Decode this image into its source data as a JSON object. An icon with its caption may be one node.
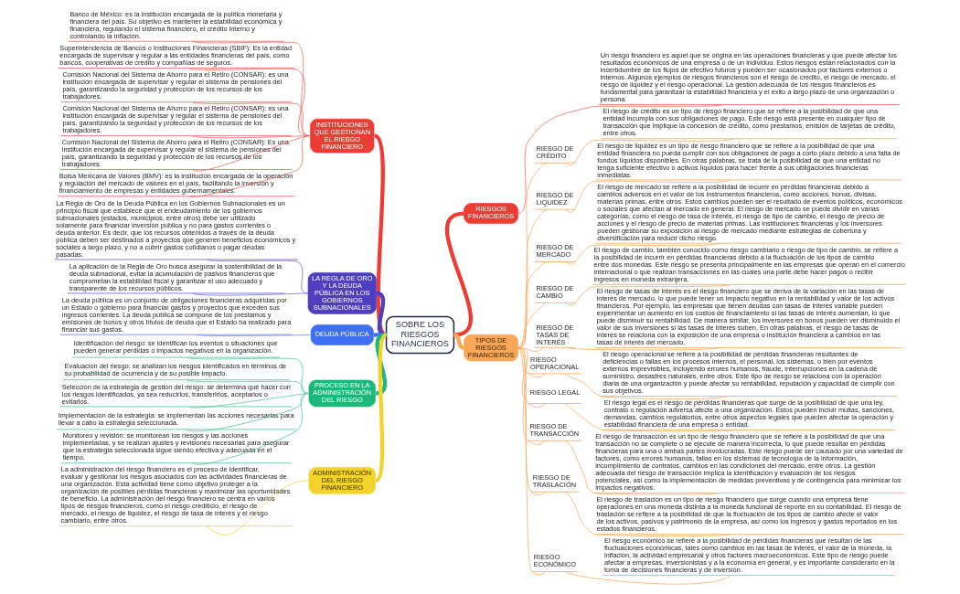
{
  "diagram": {
    "nodes": [
      {
        "text": [
          "SOBRE LOS RIESGOS FINANCIEROS"
        ]
      },
      {
        "text": [
          "INSTITUCIONES QUE GESTIONAN EL RIESGO FINANCIERO"
        ]
      },
      {
        "text": [
          "Banco de México: es la institución encargada de la política monetaria y financiera del país. Su objetivo es mantener la estabilidad económica y financiera, regulando el sistema financiero, el crédito interno y controlando la inflación."
        ]
      },
      {
        "text": [
          "Superintendencia de Bancos o Instituciones Financieras (SBIF): Es la entidad encargada de supervisar y regular a las entidades financieras del país, como bancos, cooperativas de crédito y compañías de seguros."
        ]
      },
      {
        "text": [
          "Comisión Nacional del Sistema de Ahorro para el Retiro (CONSAR): es una institución encargada de supervisar y regular el sistema de pensiones del país, garantizando la seguridad y protección de los recursos de los trabajadores."
        ]
      },
      {
        "text": [
          "Comisión Nacional del Sistema de Ahorro para el Retiro (CONSAR): es una institución encargada de supervisar y regular el sistema de pensiones del país, garantizando la seguridad y protección de los recursos de los trabajadores."
        ]
      },
      {
        "text": [
          "Comisión Nacional del Sistema de Ahorro para el Retiro (CONSAR): Es una institución encargada de supervisar y regular el sistema de pensiones del país, garantizando la seguridad y protección de los recursos de los trabajadores."
        ]
      },
      {
        "text": [
          "Bolsa Mexicana de Valores (BMV): es la institución encargada de la operación y regulación del mercado de valores en el país, facilitando la inversión y financiamiento de empresas y entidades gubernamentales."
        ]
      },
      {
        "text": [
          "LA REGLA DE ORO Y LA DEUDA PÚBLICA EN LOS GOBIERNOS SUBNACIONALES"
        ]
      },
      {
        "text": [
          "La Regla de Oro de la Deuda Pública en los Gobiernos Subnacionales es un principio fiscal que establece que el endeudamiento de los gobiernos subnacionales (estados, municipios, entre otros) debe ser utilizado solamente para financiar inversión pública y no para gastos corrientes o deuda anterior. Es decir, que los recursos obtenidos a través de la deuda pública deben ser destinados a proyectos que generen beneficios económicos y sociales a largo plazo, y no a cubrir gastos cotidianos o pagar deudas pasadas."
        ]
      },
      {
        "text": [
          "La aplicación de la Regla de Oro busca asegurar la sostenibilidad de la deuda subnacional, evitar la acumulación de pasivos financieros que comprometan la estabilidad fiscal y garantizar el uso adecuado y transparente de los recursos públicos."
        ]
      },
      {
        "text": [
          "DEUDA PÚBLICA"
        ]
      },
      {
        "text": [
          "La deuda pública es un conjunto de obligaciones financieras adquiridas por un Estado o gobierno para financiar gastos y proyectos que exceden sus ingresos corrientes. La deuda pública se compone de los préstamos y emisiones de bonos y otros títulos de deuda que el Estado ha realizado para financiar sus gastos."
        ]
      },
      {
        "text": [
          "PROCESO EN LA ADMINISTRACIÓN DEL RIESGO"
        ]
      },
      {
        "text": [
          "Identificación del riesgo: se identifican los eventos o situaciones que pueden generar pérdidas o impactos negativos en la organización."
        ]
      },
      {
        "text": [
          "Evaluación del riesgo: se analizan los riesgos identificados en términos de su probabilidad de ocurrencia y de su posible impacto."
        ]
      },
      {
        "text": [
          "Selección de la estrategia de gestión del riesgo: se determina qué hacer con los riesgos identificados, ya sea reducirlos, transferirlos, aceptarlos o evitarlos."
        ]
      },
      {
        "text": [
          "Implementación de la estrategia: se implementan las acciones necesarias para llevar a cabo la estrategia seleccionada."
        ]
      },
      {
        "text": [
          "Monitoreo y revisión: se monitorean los riesgos y las acciones implementadas, y se realizan ajustes y revisiones necesarias para asegurar que la estrategia seleccionada sigue siendo efectiva y adecuada en el tiempo."
        ]
      },
      {
        "text": [
          "ADMINISTRACIÓN DEL RIESGO FINANCIERO"
        ]
      },
      {
        "text": [
          "La administración del riesgo financiero es el proceso de identificar, evaluar y gestionar los riesgos asociados con las actividades financieras de una organización. Esta actividad tiene como objetivo proteger a la organización de posibles pérdidas financieras y maximizar las oportunidades de beneficio. La administración del riesgo financiero se centra en varios tipos de riesgos financieros, como el riesgo crediticio, el riesgo de mercado, el riesgo de liquidez, el riesgo de tasa de interés y el riesgo cambiario, entre otros."
        ]
      },
      {
        "text": [
          "RIESGOS FINANCIEROS"
        ]
      },
      {
        "text": [
          "Un riesgo financiero es aquel que se origina en las operaciones financieras y que puede afectar los resultados económicos de una empresa o de un individuo. Estos riesgos están relacionados con la incertidumbre de los flujos de efectivo futuros y pueden ser ocasionados por factores externos o internos. Algunos ejemplos de riesgos financieros son el riesgo de crédito, el riesgo de mercado, el riesgo de liquidez y el riesgo operacional. La gestión adecuada de los riesgos financieros es fundamental para garantizar la estabilidad financiera y el éxito a largo plazo de una organización o persona."
        ]
      },
      {
        "text": [
          "TIPOS DE RIESGOS FINANCIEROS"
        ]
      },
      {
        "text": [
          "RIESGO DE CRÉDITO"
        ]
      },
      {
        "text": [
          "El riesgo de crédito es un tipo de riesgo financiero que se refiere a la posibilidad de que una entidad incumpla con sus obligaciones de pago. Este riesgo está presente en cualquier tipo de transacción que implique la concesión de crédito, como préstamos, emisión de tarjetas de crédito, entre otros."
        ]
      },
      {
        "text": [
          "RIESGO DE LIQUIDEZ"
        ]
      },
      {
        "text": [
          "El riesgo de liquidez es un tipo de riesgo financiero que se refiere a la posibilidad de que una entidad financiera no pueda cumplir con sus obligaciones de pago a corto plazo debido a una falta de fondos líquidos disponibles. En otras palabras, se trata de la posibilidad de que una entidad no tenga suficiente efectivo o activos líquidos para hacer frente a sus obligaciones financieras inmediatas."
        ]
      },
      {
        "text": [
          "RIESGO DE MERCADO"
        ]
      },
      {
        "text": [
          "El riesgo de mercado se refiere a la posibilidad de incurrir en pérdidas financieras debido a cambios adversos en el valor de los instrumentos financieros, como acciones, bonos, divisas, materias primas, entre otros. Estos cambios pueden ser el resultado de eventos políticos, económicos o sociales que afectan al mercado en general. El riesgo de mercado se puede dividir en varias categorías, como el riesgo de tasa de interés, el riesgo de tipo de cambio, el riesgo de precio de acciones y el riesgo de precio de materias primas. Las instituciones financieras y los inversores pueden gestionar su exposición al riesgo de mercado mediante estrategias de cobertura y diversificación para reducir dicho riesgo."
        ]
      },
      {
        "text": [
          "RIESGO DE CAMBIO"
        ]
      },
      {
        "text": [
          "El riesgo de cambio, también conocido como riesgo cambiario o riesgo de tipo de cambio, se refiere a la posibilidad de incurrir en pérdidas financieras debido a la fluctuación de los tipos de cambio entre dos monedas. Este riesgo se presenta principalmente en las empresas que operan en el comercio internacional o que realizan transacciones en las cuales una parte debe hacer pagos o recibir ingresos en moneda extranjera."
        ]
      },
      {
        "text": [
          "RIESGO DE TASAS DE INTERÉS"
        ]
      },
      {
        "text": [
          "El riesgo de tasas de interés es el riesgo financiero que se deriva de la variación en las tasas de interés de mercado, lo que puede tener un impacto negativo en la rentabilidad y valor de los activos financieros. Por ejemplo, las empresas que tienen deudas con tasas de interés variable pueden experimentar un aumento en los costos de financiamiento si las tasas de interés aumentan, lo que puede disminuir su rentabilidad. De manera similar, los inversores en bonos pueden ver disminuido el valor de sus inversiones si las tasas de interés suben. En otras palabras, el riesgo de tasas de interés se relaciona con la exposición de una empresa o institución financiera a cambios en las tasas de interés del mercado."
        ]
      },
      {
        "text": [
          "RIESGO OPERACIONAL"
        ]
      },
      {
        "text": [
          "El riesgo operacional se refiere a la posibilidad de pérdidas financieras resultantes de deficiencias o fallas en los procesos internos, el personal, los sistemas, o bien por eventos externos imprevisibles, incluyendo errores humanos, fraude, interrupciones en la cadena de suministro, desastres naturales, entre otros. Este tipo de riesgo se relaciona con la operación diaria de una organización y puede afectar su rentabilidad, reputación y capacidad de cumplir con sus objetivos."
        ]
      },
      {
        "text": [
          "RIESGO LEGAL"
        ]
      },
      {
        "text": [
          "El riesgo legal es el riesgo de pérdidas financieras que surge de la posibilidad de que una ley, contrato o regulación adversa afecte a una organización. Estos pueden incluir multas, sanciones, demandas, cambios regulatorios, entre otros aspectos legales que pueden afectar la operación y estabilidad financiera de una empresa o entidad."
        ]
      },
      {
        "text": [
          "RIESGO DE TRANSACCIÓN"
        ]
      },
      {
        "text": [
          "El riesgo de transacción es un tipo de riesgo financiero que se refiere a la posibilidad de que una transacción no se complete o se ejecute de manera incorrecta, lo que puede resultar en pérdidas financieras para una o ambas partes involucradas. Este riesgo puede ser causado por una variedad de factores, como errores humanos, fallas en los sistemas de tecnología de la información, incumplimiento de contratos, cambios en las condiciones del mercado, entre otros. La gestión adecuada del riesgo de transacción implica la identificación y evaluación de los riesgos potenciales, así como la implementación de medidas preventivas y de contingencia para minimizar los impactos negativos."
        ]
      },
      {
        "text": [
          "RIESGO DE TRASLACIÓN"
        ]
      },
      {
        "text": [
          "El riesgo de traslación es un tipo de riesgo financiero que surge cuando una empresa tiene operaciones en una moneda distinta a la moneda funcional de reporte en su contabilidad. El riesgo de traslación se refiere a la posibilidad de que la fluctuación de los tipos de cambio afecte el valor de los activos, pasivos y patrimonio de la empresa, así como los ingresos y gastos reportados en los estados financieros."
        ]
      },
      {
        "text": [
          "RIESGO ECONÓMICO"
        ]
      },
      {
        "text": [
          "El riesgo económico se refiere a la posibilidad de pérdidas financieras que resultan de las fluctuaciones económicas, tales como cambios en las tasas de interés, el valor de la moneda, la inflación, la actividad empresarial y otros factores macroeconómicos. Este tipo de riesgo puede afectar a empresas, inversionistas y a la economía en general, y es importante considerarlo en la toma de decisiones financieras y de inversión."
        ]
      }
    ],
    "edges": [
      {
        "from": 1,
        "to": 0,
        "arrow": "none",
        "style": "thick",
        "color": "#ee3b33"
      },
      {
        "from": 2,
        "to": 1,
        "arrow": "none",
        "color": "#f0605a"
      },
      {
        "from": 3,
        "to": 1,
        "arrow": "none",
        "color": "#f0605a"
      },
      {
        "from": 4,
        "to": 1,
        "arrow": "none",
        "color": "#f0605a"
      },
      {
        "from": 5,
        "to": 1,
        "arrow": "none",
        "color": "#f0605a"
      },
      {
        "from": 6,
        "to": 1,
        "arrow": "none",
        "color": "#f0605a"
      },
      {
        "from": 7,
        "to": 1,
        "arrow": "none",
        "color": "#f0605a"
      },
      {
        "from": 8,
        "to": 0,
        "arrow": "none",
        "style": "thick",
        "color": "#4c3fc1"
      },
      {
        "from": 9,
        "to": 8,
        "arrow": "none",
        "color": "#6a5fd0"
      },
      {
        "from": 10,
        "to": 8,
        "arrow": "none",
        "color": "#6a5fd0"
      },
      {
        "from": 11,
        "to": 0,
        "arrow": "none",
        "style": "thick",
        "color": "#3f6ff0"
      },
      {
        "from": 12,
        "to": 11,
        "arrow": "none",
        "color": "#5f86f2"
      },
      {
        "from": 13,
        "to": 0,
        "arrow": "none",
        "style": "thick",
        "color": "#1db77b"
      },
      {
        "from": 14,
        "to": 13,
        "arrow": "none",
        "color": "#45c693"
      },
      {
        "from": 15,
        "to": 13,
        "arrow": "none",
        "color": "#45c693"
      },
      {
        "from": 16,
        "to": 13,
        "arrow": "none",
        "color": "#45c693"
      },
      {
        "from": 17,
        "to": 13,
        "arrow": "none",
        "color": "#45c693"
      },
      {
        "from": 18,
        "to": 13,
        "arrow": "none",
        "color": "#45c693"
      },
      {
        "from": 19,
        "to": 0,
        "arrow": "none",
        "style": "thick",
        "color": "#f3d22c"
      },
      {
        "from": 20,
        "to": 19,
        "arrow": "none",
        "color": "#f3d22c"
      },
      {
        "from": 0,
        "to": 21,
        "arrow": "none",
        "style": "thick",
        "color": "#ee3b33"
      },
      {
        "from": 21,
        "to": 22,
        "arrow": "none",
        "color": "#f0605a"
      },
      {
        "from": 0,
        "to": 23,
        "arrow": "none",
        "style": "thick"
      },
      {
        "from": 23,
        "to": 24,
        "arrow": "none"
      },
      {
        "from": 24,
        "to": 25,
        "arrow": "none"
      },
      {
        "from": 23,
        "to": 26,
        "arrow": "none"
      },
      {
        "from": 26,
        "to": 27,
        "arrow": "none"
      },
      {
        "from": 23,
        "to": 28,
        "arrow": "none"
      },
      {
        "from": 28,
        "to": 29,
        "arrow": "none"
      },
      {
        "from": 23,
        "to": 30,
        "arrow": "none"
      },
      {
        "from": 30,
        "to": 31,
        "arrow": "none"
      },
      {
        "from": 23,
        "to": 32,
        "arrow": "none"
      },
      {
        "from": 32,
        "to": 33,
        "arrow": "none"
      },
      {
        "from": 23,
        "to": 34,
        "arrow": "none"
      },
      {
        "from": 34,
        "to": 35,
        "arrow": "none"
      },
      {
        "from": 23,
        "to": 36,
        "arrow": "none"
      },
      {
        "from": 36,
        "to": 37,
        "arrow": "none"
      },
      {
        "from": 23,
        "to": 38,
        "arrow": "none"
      },
      {
        "from": 38,
        "to": 39,
        "arrow": "none"
      },
      {
        "from": 23,
        "to": 40,
        "arrow": "none"
      },
      {
        "from": 40,
        "to": 41,
        "arrow": "none"
      },
      {
        "from": 23,
        "to": 42,
        "arrow": "none"
      },
      {
        "from": 42,
        "to": 43,
        "arrow": "none"
      }
    ]
  }
}
